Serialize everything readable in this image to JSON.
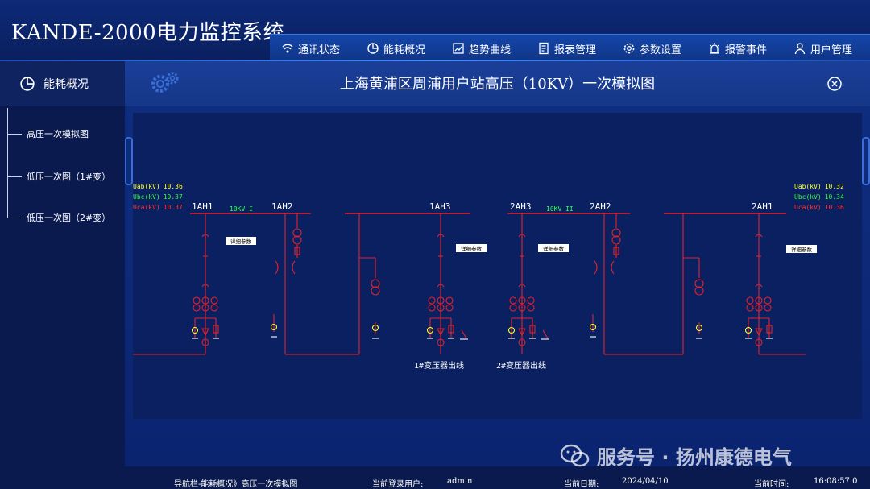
{
  "header": {
    "app_title": "KANDE-2000电力监控系统"
  },
  "nav": [
    {
      "label": "通讯状态",
      "icon": "signal-icon"
    },
    {
      "label": "能耗概况",
      "icon": "pie-chart-icon"
    },
    {
      "label": "趋势曲线",
      "icon": "trend-chart-icon"
    },
    {
      "label": "报表管理",
      "icon": "report-icon"
    },
    {
      "label": "参数设置",
      "icon": "gear-icon"
    },
    {
      "label": "报警事件",
      "icon": "alarm-icon"
    },
    {
      "label": "用户管理",
      "icon": "user-icon"
    }
  ],
  "sidebar": {
    "header_label": "能耗概况",
    "items": [
      {
        "label": "高压一次模拟图"
      },
      {
        "label": "低压一次图（1#变）"
      },
      {
        "label": "低压一次图（2#变）"
      }
    ]
  },
  "main": {
    "panel_title": "上海黄浦区周浦用户站高压（10KV）一次模拟图"
  },
  "diagram": {
    "left_readings": [
      {
        "label": "Uab(kV)",
        "value": "10.36",
        "color": "#ffff33"
      },
      {
        "label": "Ubc(kV)",
        "value": "10.37",
        "color": "#33ff33"
      },
      {
        "label": "Uca(kV)",
        "value": "10.37",
        "color": "#ff3333"
      }
    ],
    "right_readings": [
      {
        "label": "Uab(kV)",
        "value": "10.32",
        "color": "#ffff33"
      },
      {
        "label": "Ubc(kV)",
        "value": "10.34",
        "color": "#33ff33"
      },
      {
        "label": "Uca(kV)",
        "value": "10.36",
        "color": "#ff3333"
      }
    ],
    "cabinets": [
      "1AH1",
      "1AH2",
      "1AH3",
      "2AH3",
      "2AH2",
      "2AH1"
    ],
    "bus_labels": [
      "10KV I",
      "10KV II"
    ],
    "detail_button": "详细参数",
    "outgoing_labels": [
      "1#变压器出线",
      "2#变压器出线"
    ],
    "colors": {
      "line": "#e8202a",
      "text": "#ffffff",
      "bus_label": "#33ff66"
    }
  },
  "statusbar": {
    "breadcrumb": "导航栏-能耗概况》高压一次模拟图",
    "user_label": "当前登录用户:",
    "user_value": "admin",
    "date_label": "当前日期:",
    "date_value": "2024/04/10",
    "time_label": "当前时间:",
    "time_value": "16:08:57.0"
  },
  "watermark": {
    "text": "服务号 · 扬州康德电气"
  }
}
